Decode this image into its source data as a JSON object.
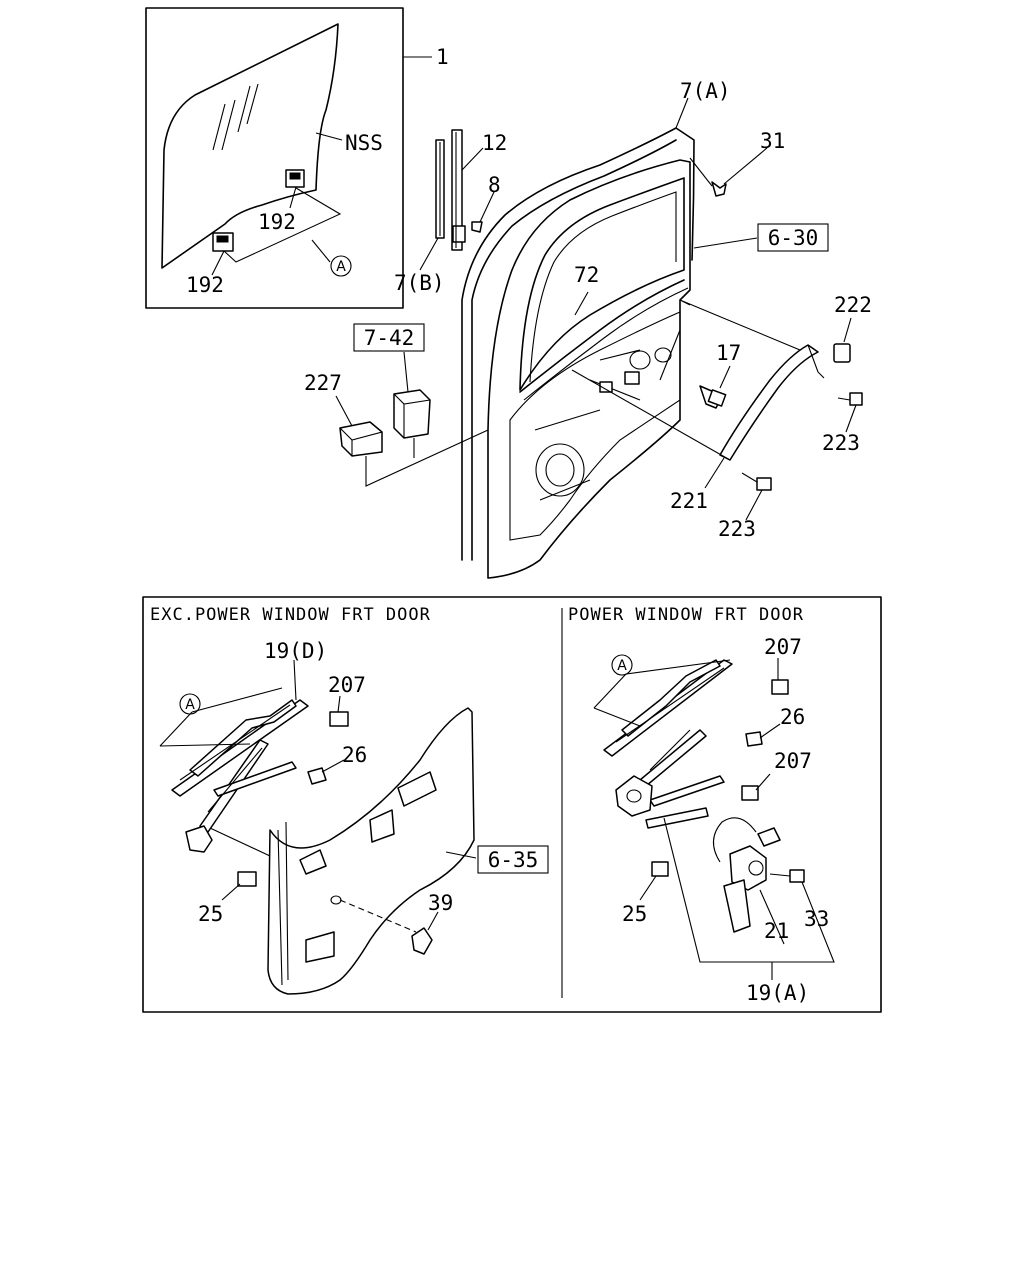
{
  "labels": {
    "p1": "1",
    "nss": "NSS",
    "p192a": "192",
    "p192b": "192",
    "circle_a": "A",
    "p7a": "7(A)",
    "p31": "31",
    "p12": "12",
    "p8": "8",
    "p7b": "7(B)",
    "ref_6_30": "6-30",
    "p72": "72",
    "p222": "222",
    "ref_7_42": "7-42",
    "p17": "17",
    "p227": "227",
    "p223a": "223",
    "p221": "221",
    "p223b": "223"
  },
  "left_panel": {
    "header": "EXC.POWER WINDOW FRT DOOR",
    "p19d": "19(D)",
    "p207": "207",
    "circle_a": "A",
    "p26": "26",
    "ref_6_35": "6-35",
    "p25": "25",
    "p39": "39"
  },
  "right_panel": {
    "header": "POWER WINDOW FRT DOOR",
    "circle_a": "A",
    "p207a": "207",
    "p26": "26",
    "p207b": "207",
    "p25": "25",
    "p33": "33",
    "p21": "21",
    "p19a": "19(A)"
  }
}
